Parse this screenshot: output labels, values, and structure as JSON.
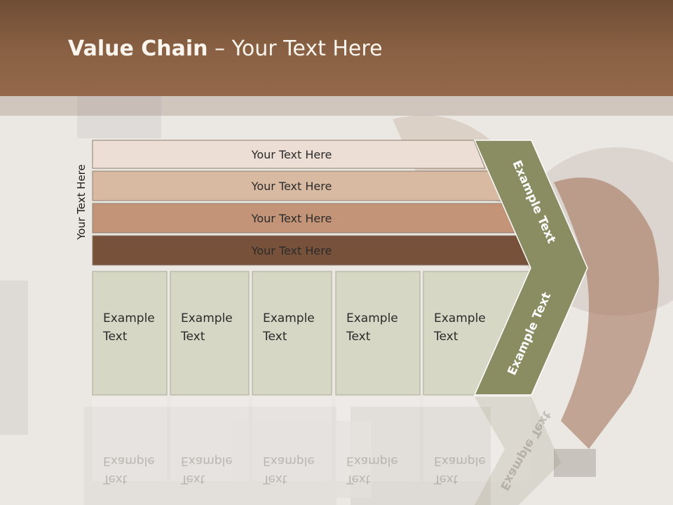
{
  "slide": {
    "title_bold": "Value Chain",
    "title_rest": " – Your Text Here",
    "side_label": "Your Text Here"
  },
  "support_rows": [
    {
      "label": "Your Text Here",
      "color": "#ecded4"
    },
    {
      "label": "Your Text Here",
      "color": "#d8b9a2"
    },
    {
      "label": "Your Text Here",
      "color": "#c39477"
    },
    {
      "label": "Your Text Here",
      "color": "#77513a"
    }
  ],
  "primary_boxes": [
    {
      "line1": "Example",
      "line2": "Text"
    },
    {
      "line1": "Example",
      "line2": "Text"
    },
    {
      "line1": "Example",
      "line2": "Text"
    },
    {
      "line1": "Example",
      "line2": "Text"
    },
    {
      "line1": "Example",
      "line2": "Text"
    }
  ],
  "margin_arrow": {
    "upper_label": "Example Text",
    "lower_label": "Example Text",
    "color": "#8a8c62"
  },
  "colors": {
    "header": "#8a6144",
    "box_fill": "#d6d7c4",
    "title_text": "#fbf5ee"
  }
}
